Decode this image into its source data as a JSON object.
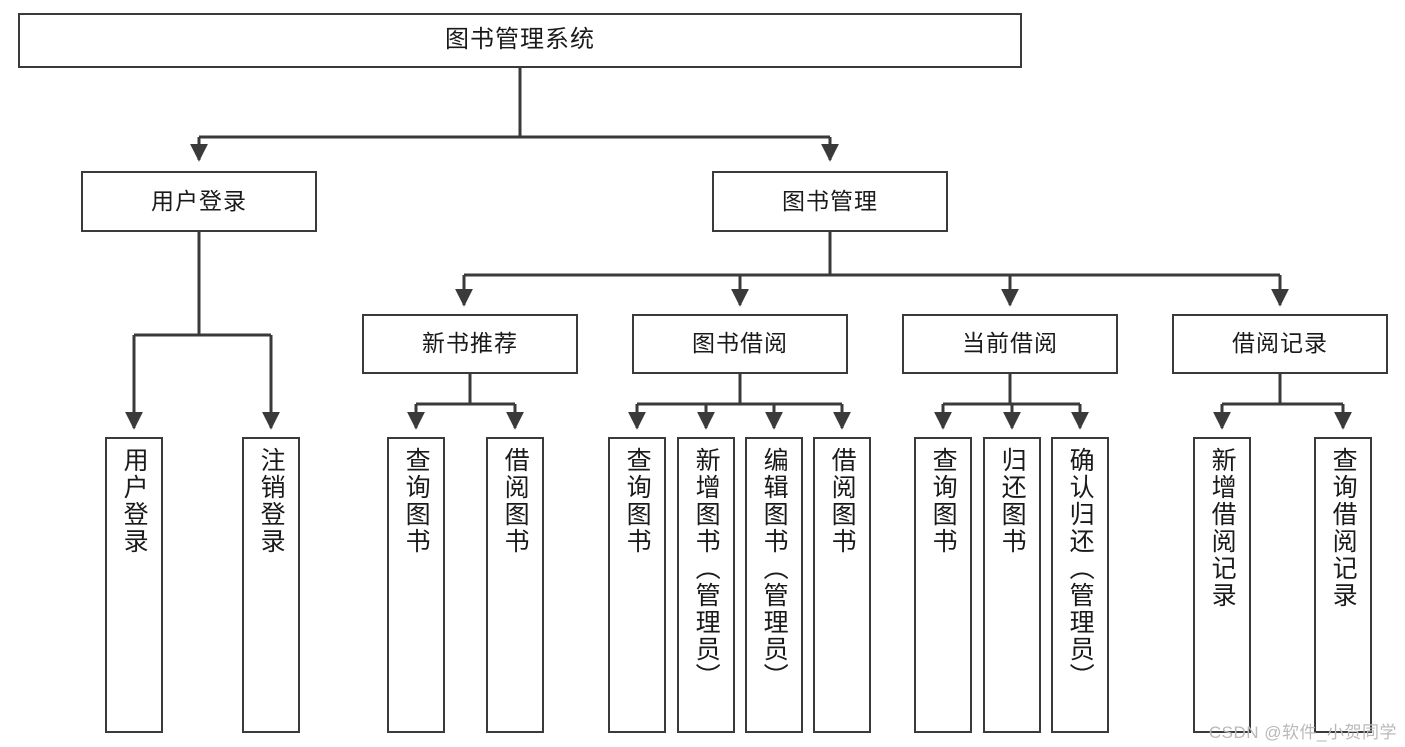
{
  "diagram": {
    "type": "tree",
    "title": "图书管理系统",
    "watermark": "CSDN @软件_小贺同学",
    "colors": {
      "stroke": "#3a3a3a",
      "fill": "#ffffff",
      "text": "#1a1a1a",
      "watermark": "#b9b9b9"
    },
    "nodes": {
      "root": "图书管理系统",
      "level2": [
        "用户登录",
        "图书管理"
      ],
      "level3": [
        "新书推荐",
        "图书借阅",
        "当前借阅",
        "借阅记录"
      ],
      "leaves": {
        "user_login": [
          "用户登录",
          "注销登录"
        ],
        "new_book": [
          "查询图书",
          "借阅图书"
        ],
        "book_borrow": [
          "查询图书",
          "新增图书（管理员）",
          "编辑图书（管理员）",
          "借阅图书"
        ],
        "current_borrow": [
          "查询图书",
          "归还图书",
          "确认归还（管理员）"
        ],
        "borrow_record": [
          "新增借阅记录",
          "查询借阅记录"
        ]
      }
    }
  }
}
